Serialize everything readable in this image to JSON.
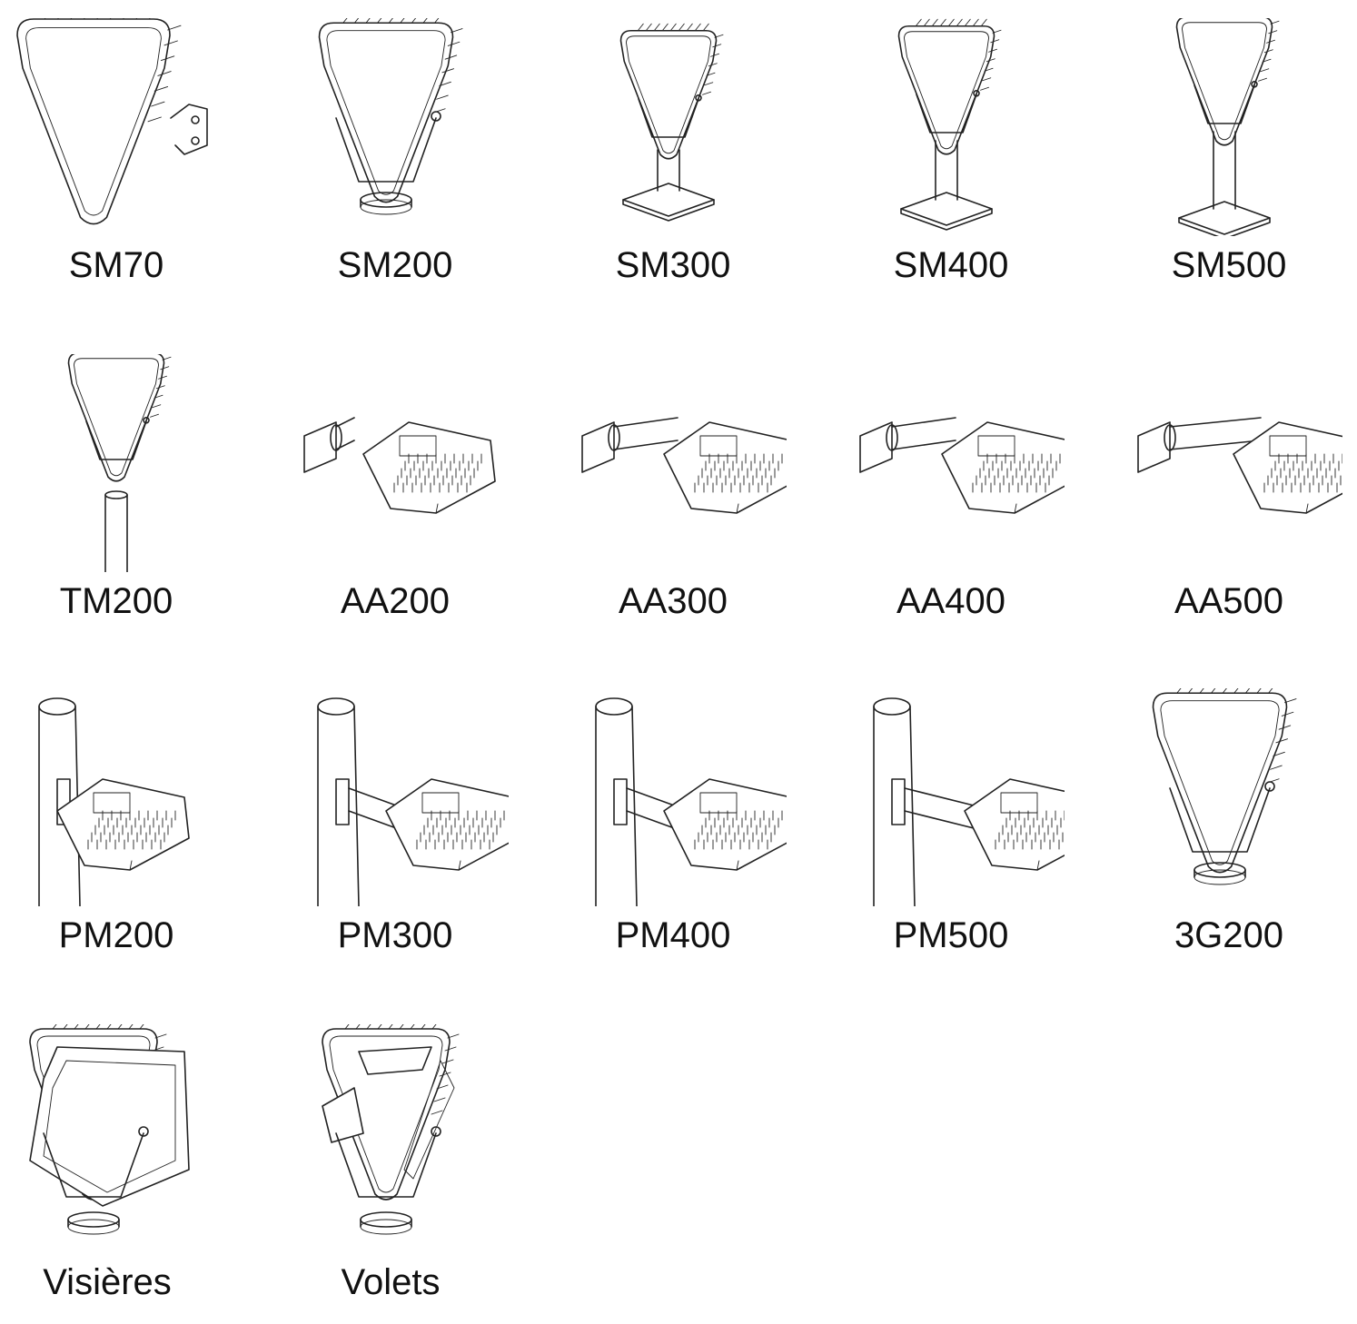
{
  "products": [
    {
      "label": "SM70",
      "icon": "floodlight-wall-bracket-icon"
    },
    {
      "label": "SM200",
      "icon": "floodlight-base-icon"
    },
    {
      "label": "SM300",
      "icon": "floodlight-short-post-icon"
    },
    {
      "label": "SM400",
      "icon": "floodlight-medium-post-icon"
    },
    {
      "label": "SM500",
      "icon": "floodlight-tall-post-icon"
    },
    {
      "label": "TM200",
      "icon": "floodlight-top-mount-icon"
    },
    {
      "label": "AA200",
      "icon": "streetlight-wall-short-icon"
    },
    {
      "label": "AA300",
      "icon": "streetlight-wall-arm-icon"
    },
    {
      "label": "AA400",
      "icon": "streetlight-wall-arm-icon"
    },
    {
      "label": "AA500",
      "icon": "streetlight-wall-long-arm-icon"
    },
    {
      "label": "PM200",
      "icon": "streetlight-pole-short-icon"
    },
    {
      "label": "PM300",
      "icon": "streetlight-pole-arm-icon"
    },
    {
      "label": "PM400",
      "icon": "streetlight-pole-arm-icon"
    },
    {
      "label": "PM500",
      "icon": "streetlight-pole-long-arm-icon"
    },
    {
      "label": "3G200",
      "icon": "floodlight-large-base-icon"
    },
    {
      "label": "Visières",
      "icon": "floodlight-visor-icon"
    },
    {
      "label": "Volets",
      "icon": "floodlight-shutters-icon"
    }
  ]
}
